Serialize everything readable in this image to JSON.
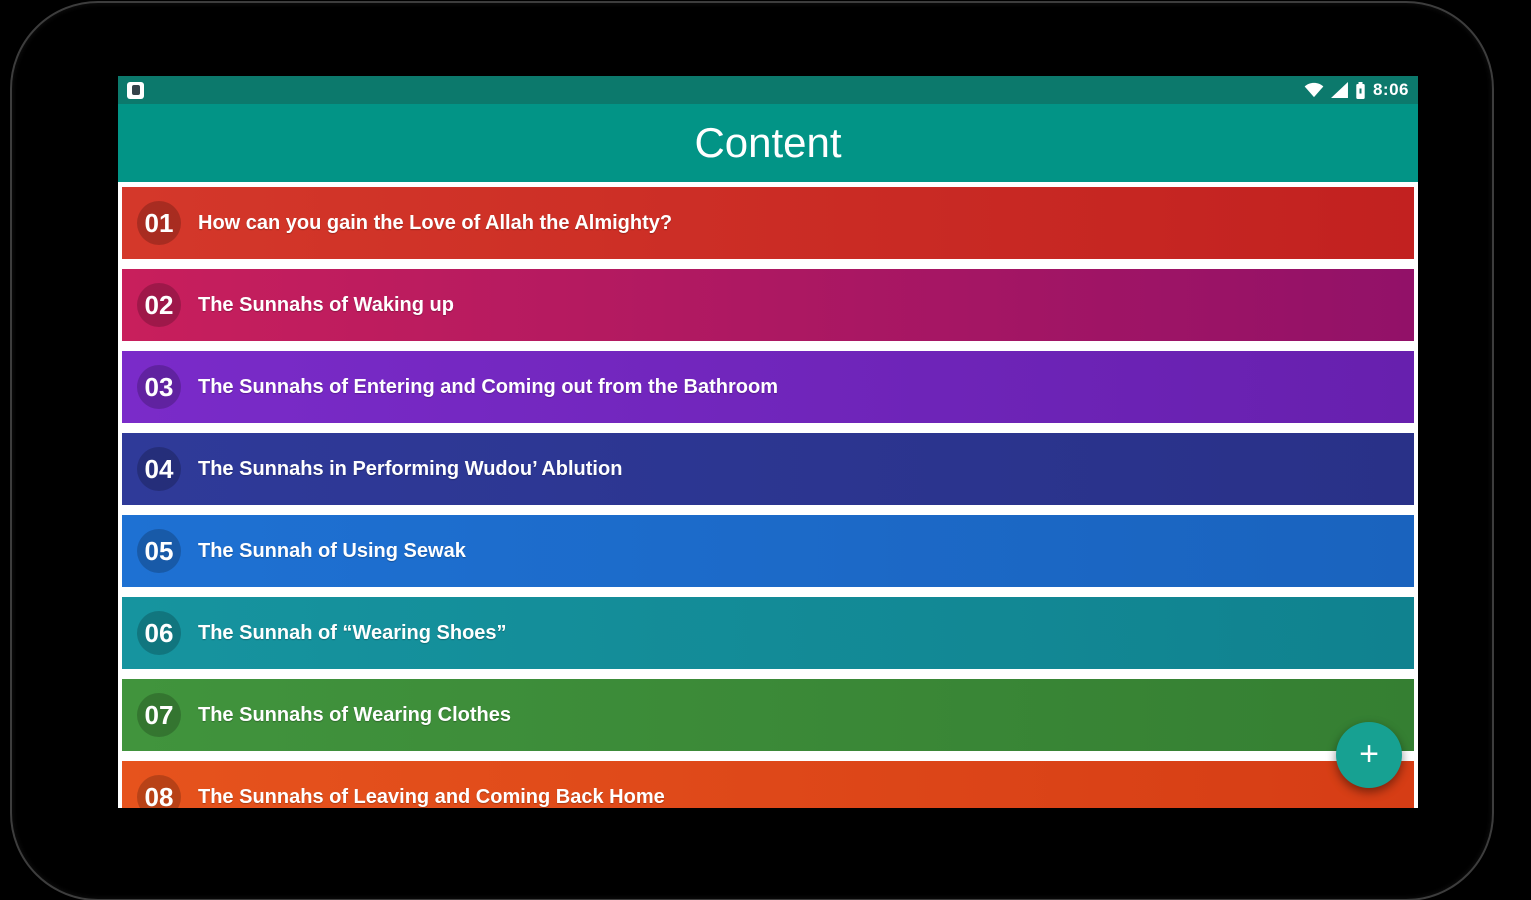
{
  "status_bar": {
    "time": "8:06",
    "icons": {
      "notification": "app-notification-icon",
      "wifi": "wifi-signal-full",
      "cellular": "cellular-signal-full",
      "battery": "battery-full"
    },
    "background": "#0C796C"
  },
  "header": {
    "title": "Content",
    "background": "#029486"
  },
  "list": {
    "items": [
      {
        "number": "01",
        "title": "How can you gain the Love of Allah the Almighty?",
        "color": "#D4382A",
        "color_end": "#C22120"
      },
      {
        "number": "02",
        "title": "The Sunnahs of Waking up",
        "color": "#C81F5C",
        "color_end": "#921168"
      },
      {
        "number": "03",
        "title": "The Sunnahs of Entering and Coming out from the Bathroom",
        "color": "#7A2BC9",
        "color_end": "#6720AE"
      },
      {
        "number": "04",
        "title": "The Sunnahs in Performing Wudou’ Ablution",
        "color": "#2F3A99",
        "color_end": "#293188"
      },
      {
        "number": "05",
        "title": "The Sunnah of Using Sewak",
        "color": "#1E71D3",
        "color_end": "#1A63BE"
      },
      {
        "number": "06",
        "title": "The Sunnah of “Wearing Shoes”",
        "color": "#16949F",
        "color_end": "#10828F"
      },
      {
        "number": "07",
        "title": "The Sunnahs of Wearing Clothes",
        "color": "#41943D",
        "color_end": "#357F32"
      },
      {
        "number": "08",
        "title": "The Sunnahs of Leaving and Coming Back Home",
        "color": "#E6531D",
        "color_end": "#D63D15"
      }
    ]
  },
  "fab": {
    "glyph": "+",
    "color": "#17A192"
  }
}
